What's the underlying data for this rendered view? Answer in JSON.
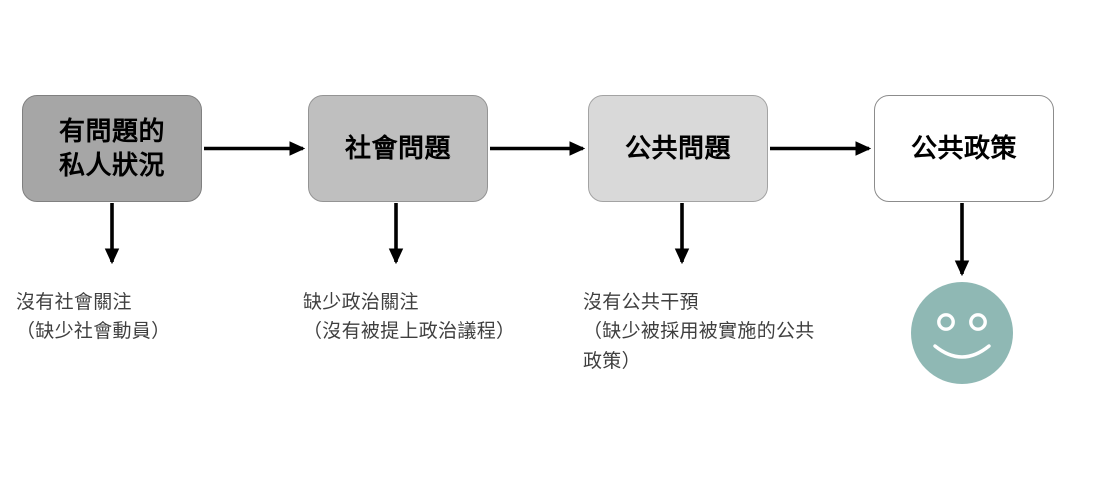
{
  "diagram": {
    "type": "flow",
    "title": "",
    "stages": [
      {
        "id": "stage-1",
        "label": "有問題的\n私人狀況",
        "fill": "#a6a6a6",
        "caption": "沒有社會關注\n（缺少社會動員）"
      },
      {
        "id": "stage-2",
        "label": "社會問題",
        "fill": "#bfbfbf",
        "caption": "缺少政治關注\n（沒有被提上政治議程）"
      },
      {
        "id": "stage-3",
        "label": "公共問題",
        "fill": "#d9d9d9",
        "caption": "沒有公共干預\n（缺少被採用被實施的公共政策）"
      },
      {
        "id": "stage-4",
        "label": "公共政策",
        "fill": "#ffffff",
        "caption": ""
      }
    ],
    "outcome": {
      "icon": "smiley-face-icon",
      "color": "#8fb8b4",
      "feature_color": "#ffffff"
    },
    "colors": {
      "arrow": "#000000",
      "caption_text": "#3f3f3f",
      "box_text": "#000000",
      "background": "#ffffff"
    }
  }
}
